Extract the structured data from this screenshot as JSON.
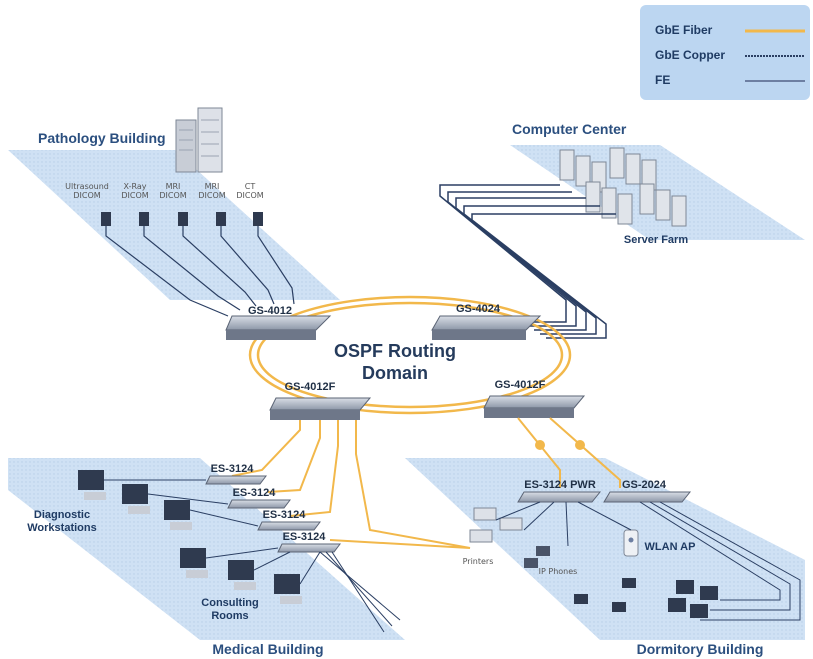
{
  "legend": {
    "items": [
      {
        "label": "GbE Fiber",
        "color": "#f2b84b"
      },
      {
        "label": "GbE Copper",
        "color": "#2b3f63"
      },
      {
        "label": "FE",
        "color": "#6d7fa2"
      }
    ]
  },
  "zones": {
    "pathology": "Pathology Building",
    "computer_center": "Computer Center",
    "server_farm": "Server Farm",
    "medical": "Medical Building",
    "dormitory": "Dormitory Building"
  },
  "dicom": [
    {
      "line1": "Ultrasound",
      "line2": "DICOM"
    },
    {
      "line1": "X-Ray",
      "line2": "DICOM"
    },
    {
      "line1": "MRI",
      "line2": "DICOM"
    },
    {
      "line1": "MRI",
      "line2": "DICOM"
    },
    {
      "line1": "CT",
      "line2": "DICOM"
    }
  ],
  "core_switches": {
    "gs4012": "GS-4012",
    "gs4024": "GS-4024",
    "gs4012f_left": "GS-4012F",
    "gs4012f_right": "GS-4012F"
  },
  "routing": {
    "line1": "OSPF Routing",
    "line2": "Domain"
  },
  "medical": {
    "switches": [
      "ES-3124",
      "ES-3124",
      "ES-3124",
      "ES-3124"
    ],
    "diagnostic_line1": "Diagnostic",
    "diagnostic_line2": "Workstations",
    "consulting_line1": "Consulting",
    "consulting_line2": "Rooms"
  },
  "dorm": {
    "switch_left": "ES-3124 PWR",
    "switch_right": "GS-2024",
    "printers": "Printers",
    "ip_phones": "IP Phones",
    "wlan_ap": "WLAN AP"
  },
  "colors": {
    "zone_fill": "#c9ddf2",
    "fiber": "#f2b84b",
    "copper": "#2b3f63",
    "fe": "#6d7fa2",
    "title": "#2b4f7f"
  }
}
